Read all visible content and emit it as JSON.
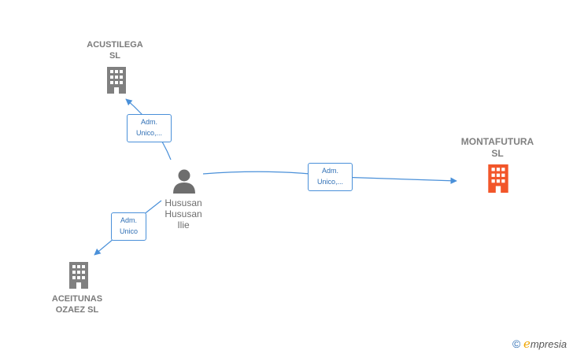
{
  "colors": {
    "edge": "#4a90d9",
    "building": "#808080",
    "building_main": "#f2562a",
    "person": "#6e6e6e"
  },
  "nodes": {
    "acustilega": {
      "line1": "ACUSTILEGA",
      "line2": "SL",
      "icon": "building-icon"
    },
    "montafutura": {
      "line1": "MONTAFUTURA",
      "line2": "SL",
      "icon": "building-icon"
    },
    "aceitunas": {
      "line1": "ACEITUNAS",
      "line2": "OZAEZ SL",
      "icon": "building-icon"
    },
    "person": {
      "line1": "Hususan",
      "line2": "Hususan",
      "line3": "Ilie",
      "icon": "person-icon"
    }
  },
  "edges": {
    "to_acustilega": {
      "line1": "Adm.",
      "line2": "Unico,..."
    },
    "to_montafutura": {
      "line1": "Adm.",
      "line2": "Unico,..."
    },
    "to_aceitunas": {
      "line1": "Adm.",
      "line2": "Unico"
    }
  },
  "footer": {
    "copyright": "©",
    "brand_initial": "e",
    "brand_rest": "mpresia"
  }
}
